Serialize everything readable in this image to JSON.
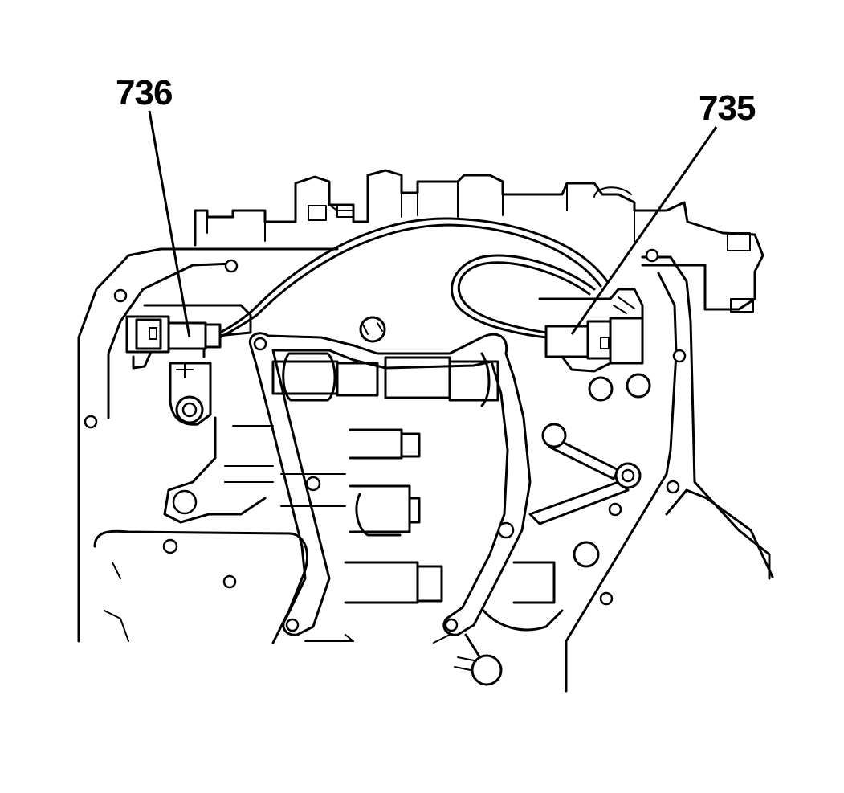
{
  "diagram": {
    "callouts": [
      {
        "id": "736",
        "text": "736"
      },
      {
        "id": "735",
        "text": "735"
      }
    ]
  }
}
